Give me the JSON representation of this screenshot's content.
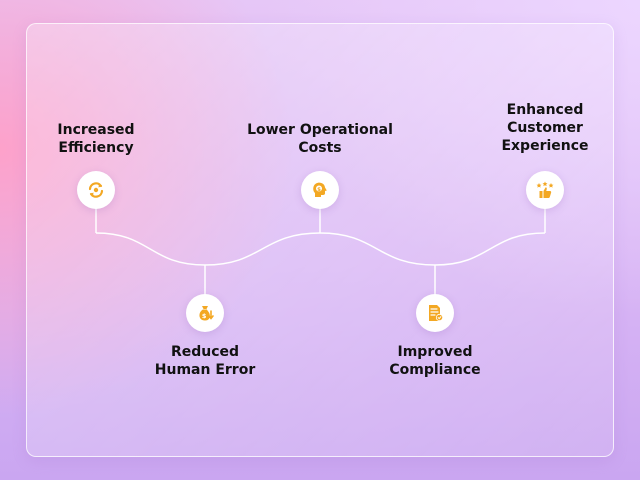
{
  "colors": {
    "icon": "#f3a823",
    "line": "#ffffff",
    "label_text": "#111111"
  },
  "steps": [
    {
      "label_line1": "Increased",
      "label_line2": "Efficiency",
      "label_line3": "",
      "icon": "refresh-gear-icon",
      "position": "top"
    },
    {
      "label_line1": "Reduced",
      "label_line2": "Human Error",
      "label_line3": "",
      "icon": "money-bag-down-icon",
      "position": "bottom"
    },
    {
      "label_line1": "Lower Operational",
      "label_line2": "Costs",
      "label_line3": "",
      "icon": "head-dollar-icon",
      "position": "top"
    },
    {
      "label_line1": "Improved",
      "label_line2": "Compliance",
      "label_line3": "",
      "icon": "document-check-icon",
      "position": "bottom"
    },
    {
      "label_line1": "Enhanced",
      "label_line2": "Customer",
      "label_line3": "Experience",
      "icon": "thumbs-up-stars-icon",
      "position": "top"
    }
  ]
}
